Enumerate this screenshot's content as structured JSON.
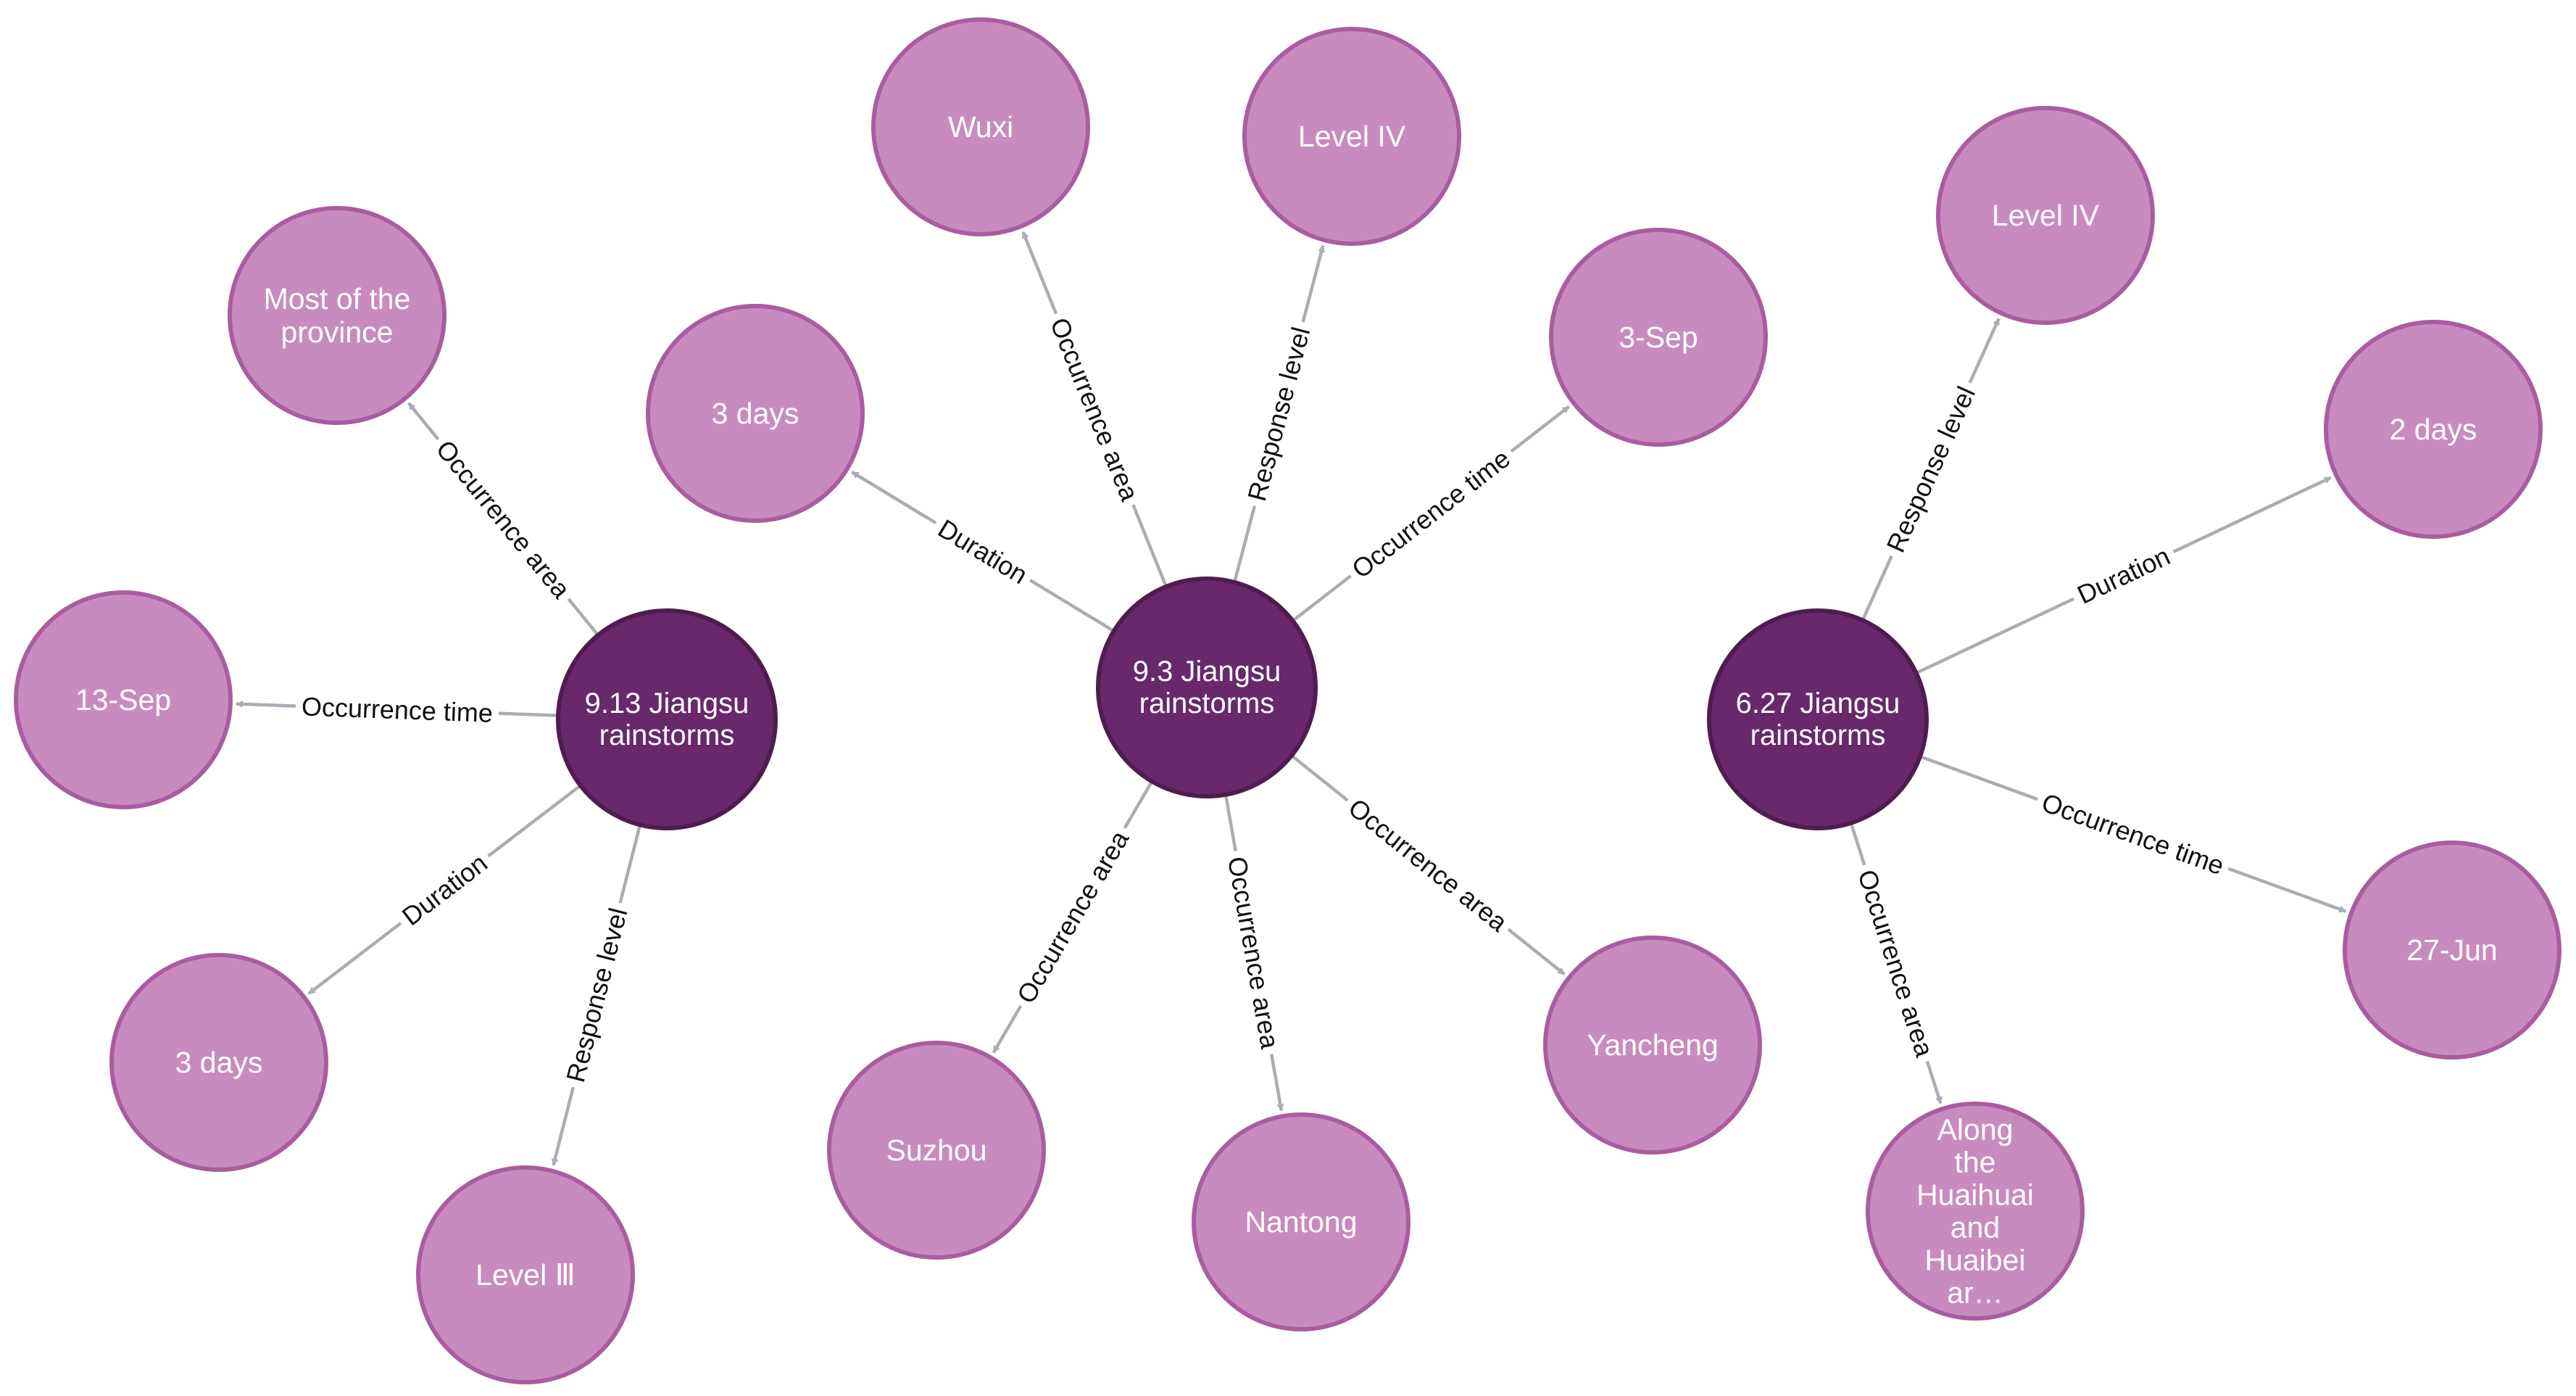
{
  "colors": {
    "center_fill": "#68286a",
    "leaf_fill": "#c98bbf",
    "edge": "#a9adb5"
  },
  "nodes": {
    "c913": {
      "kind": "center",
      "lines": [
        "9.13 Jiangsu",
        "rainstorms"
      ]
    },
    "c93": {
      "kind": "center",
      "lines": [
        "9.3 Jiangsu",
        "rainstorms"
      ]
    },
    "c627": {
      "kind": "center",
      "lines": [
        "6.27 Jiangsu",
        "rainstorms"
      ]
    },
    "most": {
      "kind": "leaf",
      "lines": [
        "Most of the",
        "province"
      ]
    },
    "sep13": {
      "kind": "leaf",
      "lines": [
        "13-Sep"
      ]
    },
    "days3a": {
      "kind": "leaf",
      "lines": [
        "3 days"
      ]
    },
    "level3": {
      "kind": "leaf",
      "lines": [
        "Level Ⅲ"
      ]
    },
    "days3b": {
      "kind": "leaf",
      "lines": [
        "3 days"
      ]
    },
    "wuxi": {
      "kind": "leaf",
      "lines": [
        "Wuxi"
      ]
    },
    "level4a": {
      "kind": "leaf",
      "lines": [
        "Level IV"
      ]
    },
    "sep3": {
      "kind": "leaf",
      "lines": [
        "3-Sep"
      ]
    },
    "suzhou": {
      "kind": "leaf",
      "lines": [
        "Suzhou"
      ]
    },
    "nantong": {
      "kind": "leaf",
      "lines": [
        "Nantong"
      ]
    },
    "yancheng": {
      "kind": "leaf",
      "lines": [
        "Yancheng"
      ]
    },
    "level4b": {
      "kind": "leaf",
      "lines": [
        "Level IV"
      ]
    },
    "days2": {
      "kind": "leaf",
      "lines": [
        "2 days"
      ]
    },
    "jun27": {
      "kind": "leaf",
      "lines": [
        "27-Jun"
      ]
    },
    "huai": {
      "kind": "leaf",
      "lines": [
        "Along",
        "the",
        "Huaihuai",
        "and",
        "Huaibei",
        "ar…"
      ]
    }
  },
  "edges": [
    {
      "from": "c913",
      "to": "most",
      "label": "Occurrence area"
    },
    {
      "from": "c913",
      "to": "sep13",
      "label": "Occurrence time"
    },
    {
      "from": "c913",
      "to": "days3a",
      "label": "Duration"
    },
    {
      "from": "c913",
      "to": "level3",
      "label": "Response level"
    },
    {
      "from": "c93",
      "to": "days3b",
      "label": "Duration"
    },
    {
      "from": "c93",
      "to": "wuxi",
      "label": "Occurrence area"
    },
    {
      "from": "c93",
      "to": "level4a",
      "label": "Response level"
    },
    {
      "from": "c93",
      "to": "sep3",
      "label": "Occurrence time"
    },
    {
      "from": "c93",
      "to": "suzhou",
      "label": "Occurrence area"
    },
    {
      "from": "c93",
      "to": "nantong",
      "label": "Occurrence area"
    },
    {
      "from": "c93",
      "to": "yancheng",
      "label": "Occurrence area"
    },
    {
      "from": "c627",
      "to": "level4b",
      "label": "Response level"
    },
    {
      "from": "c627",
      "to": "days2",
      "label": "Duration"
    },
    {
      "from": "c627",
      "to": "jun27",
      "label": "Occurrence time"
    },
    {
      "from": "c627",
      "to": "huai",
      "label": "Occurrence area"
    }
  ]
}
